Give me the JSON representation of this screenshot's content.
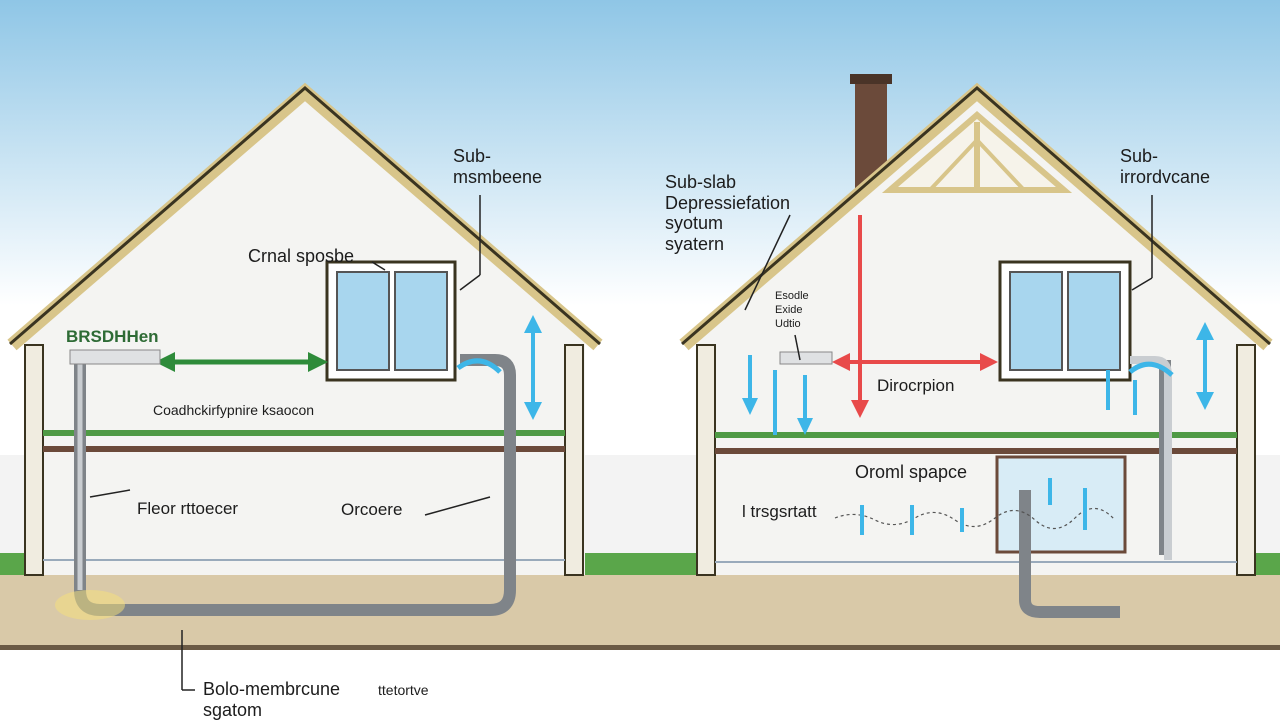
{
  "colors": {
    "sky_top": "#8fc6e6",
    "sky_bottom": "#ffffff",
    "roof_trim": "#d8c58a",
    "roof_edge": "#3a3420",
    "wall": "#f4f4f2",
    "grass": "#5aa64a",
    "soil": "#d9c9a8",
    "pipe": "#7f8489",
    "airflow_blue": "#3db6e8",
    "arrow_green": "#2e8b3a",
    "arrow_red": "#e84a4a",
    "chimney": "#6b4a3a",
    "window_glass": "#a8d6ee"
  },
  "left_house": {
    "label_sub_membrane": "Sub-\nmsmbeene",
    "label_crawl_space": "Crnal sposbe",
    "label_radon": "BRSDHHen",
    "label_contact_space": "Coadhckirfypnire ksaocon",
    "label_floor": "Fleor rttoecer",
    "label_concrete": "Orcoere"
  },
  "right_house": {
    "label_sub_slab": "Sub-slab\nDepressiefation\nsyotum\nsyatern",
    "label_sub_membrane": "Sub-\nirrordvcane",
    "label_small": "Esodle\nExide\nUdtio",
    "label_direction": "Dirocrpion",
    "label_crawl_space": "Oroml spapce",
    "label_transport": "l trsgsrtatt"
  },
  "bottom": {
    "label_sub_membrane": "Bolo-membrcune\nsgatom",
    "label_right": "ttetortve"
  }
}
